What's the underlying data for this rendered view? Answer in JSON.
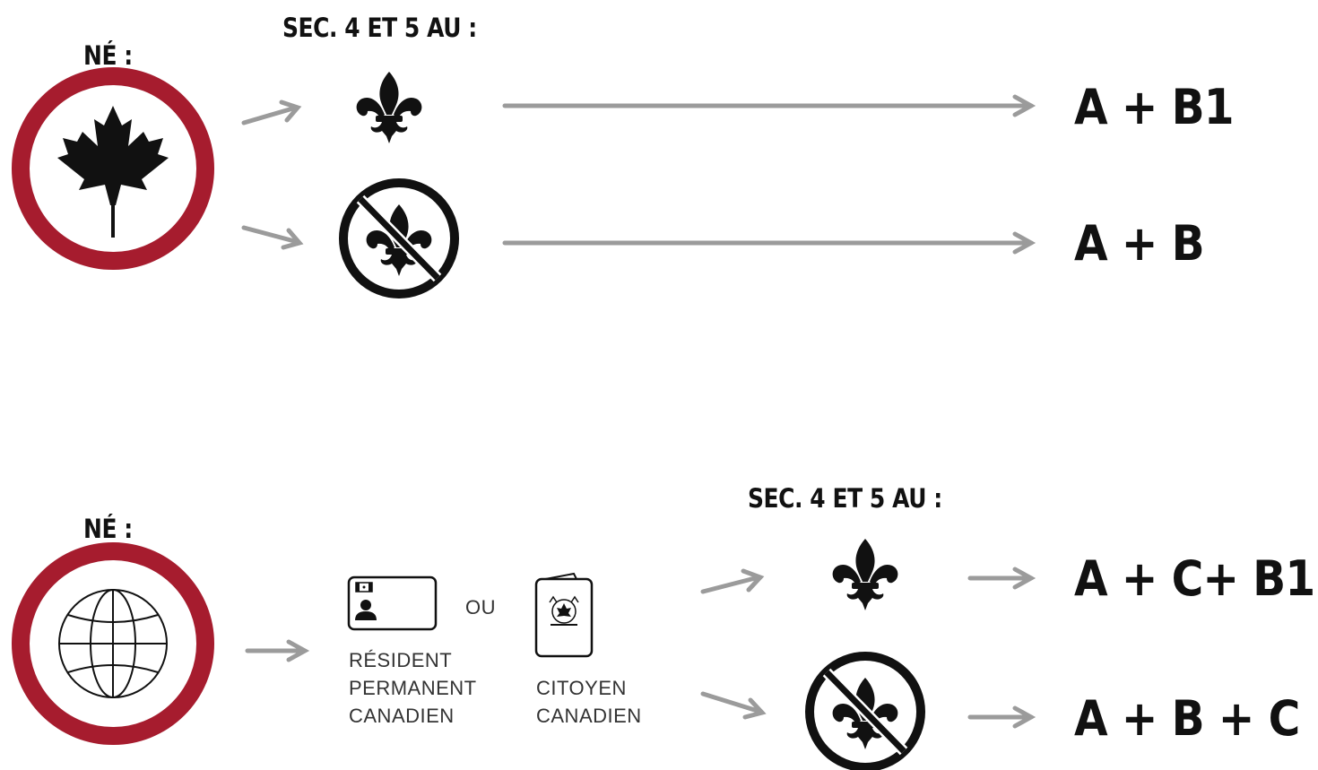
{
  "top": {
    "born_label": "NÉ :",
    "sections_label": "SEC. 4 ET 5 AU :",
    "result_quebec": "A + B1",
    "result_not_quebec": "A + B"
  },
  "bottom": {
    "born_label": "NÉ :",
    "sections_label": "SEC. 4 ET 5 AU :",
    "or_label": "OU",
    "resident_line1": "RÉSIDENT",
    "resident_line2": "PERMANENT",
    "resident_line3": "CANADIEN",
    "citizen_line1": "CITOYEN",
    "citizen_line2": "CANADIEN",
    "result_quebec": "A + C+ B1",
    "result_not_quebec": "A + B + C"
  },
  "colors": {
    "ring_red": "#a61c2e",
    "arrow_gray": "#9b9b9b",
    "ink": "#111111"
  },
  "icons": {
    "top_badge": "maple-leaf-icon",
    "bottom_badge": "globe-icon",
    "quebec": "fleur-de-lis-icon",
    "not_quebec": "no-fleur-de-lis-icon",
    "resident_card": "permanent-resident-card-icon",
    "citizen_document": "citizenship-document-icon"
  }
}
